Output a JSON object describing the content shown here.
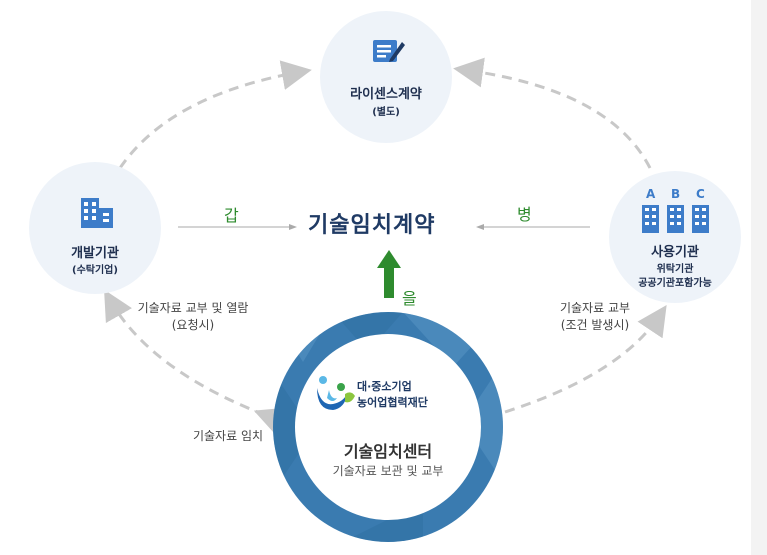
{
  "nodes": {
    "license": {
      "title": "라이센스계약",
      "sub": "(별도)",
      "icon": "contract-pen-icon"
    },
    "developer": {
      "title": "개발기관",
      "sub": "(수탁기업)",
      "icon": "building-icon"
    },
    "user": {
      "title": "사용기관",
      "sub1": "위탁기관",
      "sub2": "공공기관포함가능",
      "icon": "buildings-abc-icon",
      "building_letters": [
        "A",
        "B",
        "C"
      ]
    },
    "center": {
      "logo_line1": "대·중소기업",
      "logo_line2": "농어업협력재단",
      "title": "기술임치센터",
      "sub": "기술자료 보관 및 교부"
    }
  },
  "center_title": "기술임치계약",
  "parties": {
    "left": "갑",
    "right": "병",
    "bottom": "을"
  },
  "edge_labels": {
    "left_upper_line1": "기술자료 교부 및 열람",
    "left_upper_line2": "(요청시)",
    "left_lower": "기술자료 임치",
    "right_line1": "기술자료 교부",
    "right_line2": "(조건 발생시)"
  },
  "colors": {
    "node_bg": "#eef3f9",
    "navy": "#1f3a64",
    "green": "#2e8b2e",
    "ring": "#3a7bb0",
    "dash": "#c8c8c8"
  }
}
